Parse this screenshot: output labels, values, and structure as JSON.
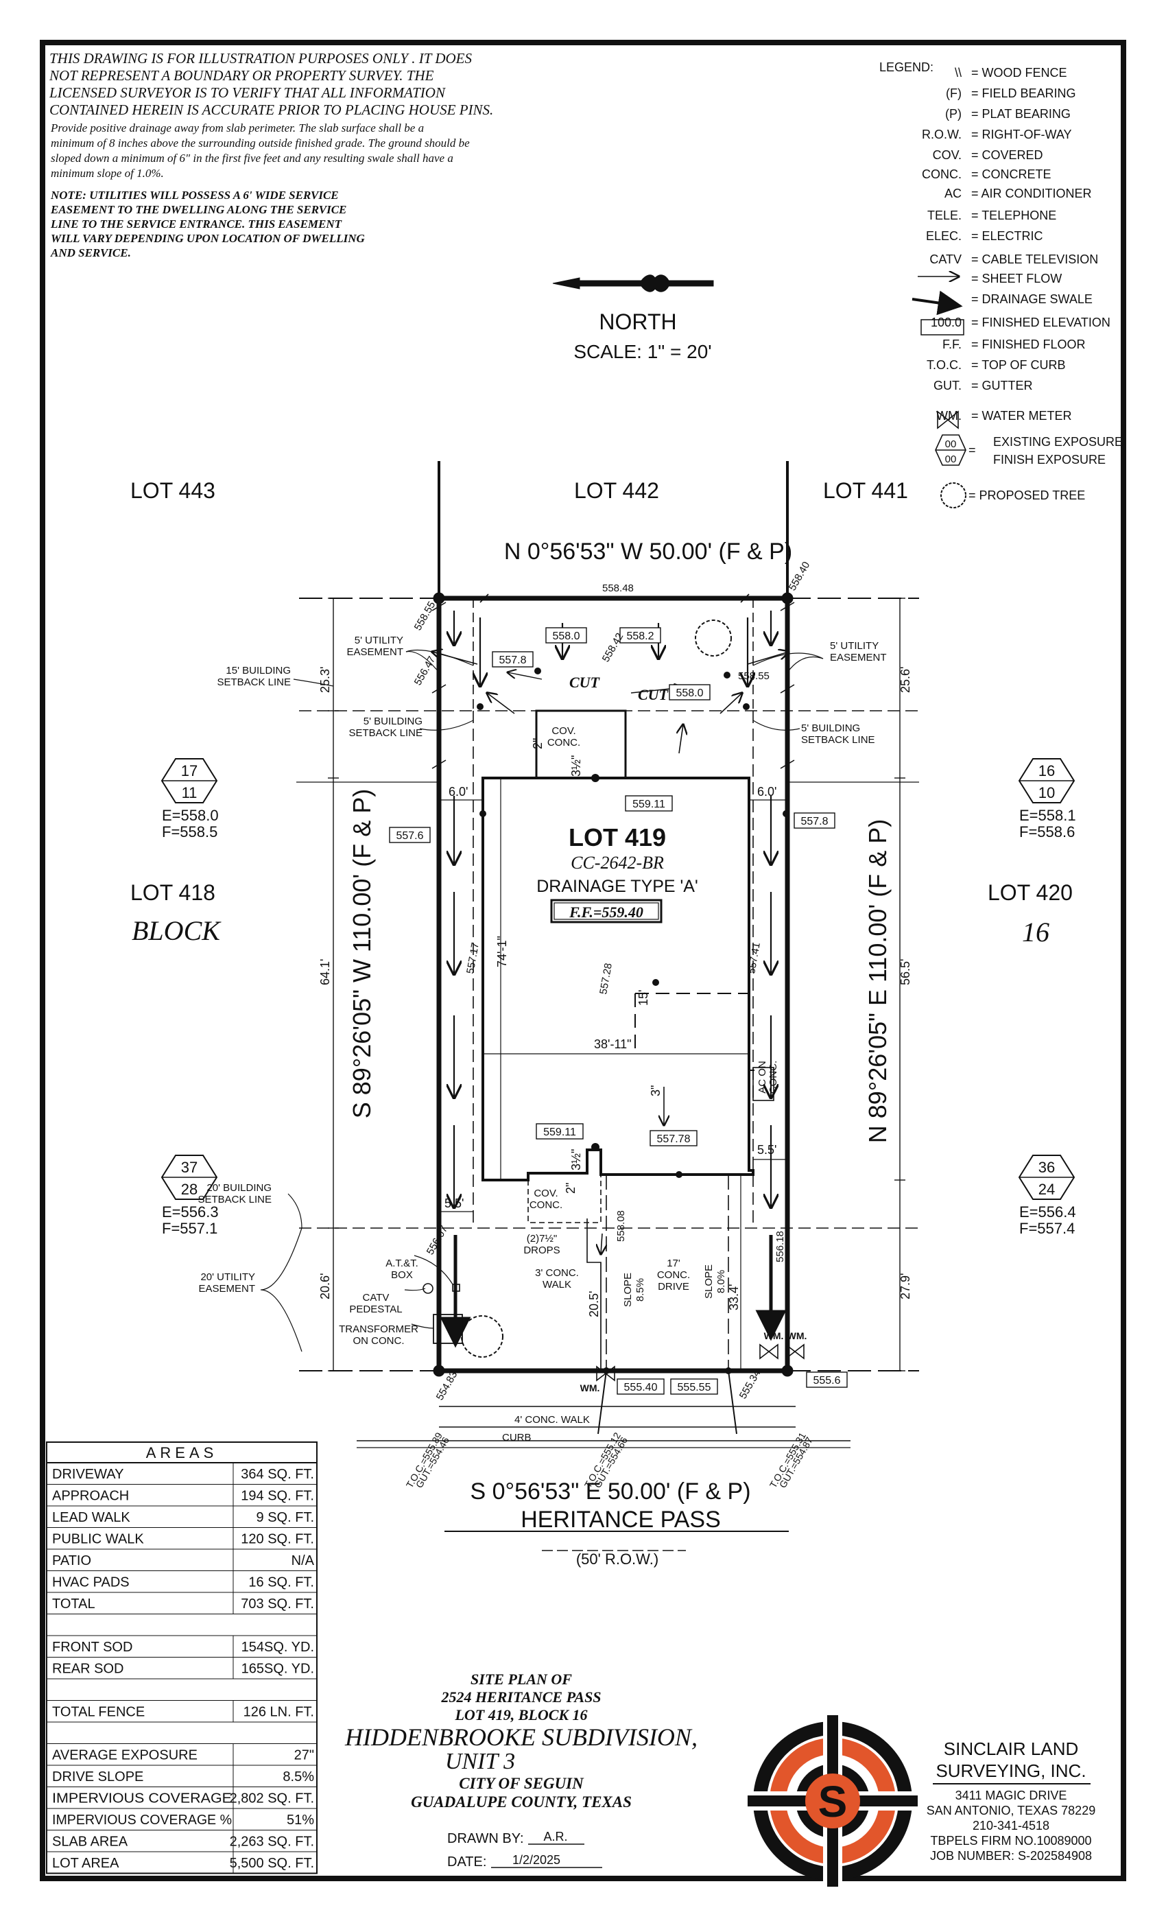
{
  "disclaimer": {
    "lines": [
      "THIS DRAWING IS FOR ILLUSTRATION PURPOSES ONLY . IT DOES",
      "NOT REPRESENT A BOUNDARY OR PROPERTY SURVEY. THE",
      "LICENSED SURVEYOR IS TO VERIFY THAT ALL INFORMATION",
      "CONTAINED HEREIN IS ACCURATE PRIOR TO PLACING HOUSE PINS."
    ],
    "drainage_lines": [
      "Provide positive drainage away from slab perimeter. The slab surface shall be a",
      "minimum of 8 inches above the surrounding outside finished grade. The ground should be",
      "sloped down a minimum of 6\" in the first five feet and any resulting swale shall have a",
      "minimum slope of 1.0%."
    ],
    "note_lines": [
      "NOTE: UTILITIES WILL POSSESS A 6' WIDE SERVICE",
      "EASEMENT TO THE DWELLING ALONG THE SERVICE",
      "LINE TO THE SERVICE ENTRANCE. THIS EASEMENT",
      "WILL VARY DEPENDING UPON LOCATION OF DWELLING",
      "AND SERVICE."
    ]
  },
  "legend": {
    "title": "LEGEND:",
    "items": [
      {
        "symbol": "\\\\",
        "desc": "= WOOD FENCE"
      },
      {
        "symbol": "(F)",
        "desc": "= FIELD BEARING"
      },
      {
        "symbol": "(P)",
        "desc": "= PLAT BEARING"
      },
      {
        "symbol": "R.O.W.",
        "desc": "= RIGHT-OF-WAY"
      },
      {
        "symbol": "COV.",
        "desc": "= COVERED"
      },
      {
        "symbol": "CONC.",
        "desc": "= CONCRETE"
      },
      {
        "symbol": "AC",
        "desc": "= AIR CONDITIONER"
      },
      {
        "symbol": "TELE.",
        "desc": "= TELEPHONE"
      },
      {
        "symbol": "ELEC.",
        "desc": "= ELECTRIC"
      },
      {
        "symbol": "CATV",
        "desc": "= CABLE TELEVISION"
      },
      {
        "symbol": "",
        "desc": "= SHEET FLOW"
      },
      {
        "symbol": "",
        "desc": "= DRAINAGE SWALE"
      },
      {
        "symbol": "100.0",
        "desc": "= FINISHED ELEVATION"
      },
      {
        "symbol": "F.F.",
        "desc": "= FINISHED FLOOR"
      },
      {
        "symbol": "T.O.C.",
        "desc": "= TOP OF CURB"
      },
      {
        "symbol": "GUT.",
        "desc": "= GUTTER"
      },
      {
        "symbol": "WM.",
        "desc": "= WATER METER"
      }
    ],
    "exposure": {
      "top": "00",
      "bottom": "00",
      "desc1": "EXISTING EXPOSURE",
      "desc2": "FINISH EXPOSURE"
    },
    "tree_desc": "= PROPOSED TREE"
  },
  "north": {
    "label": "NORTH",
    "scale": "SCALE: 1\" = 20'"
  },
  "lots": {
    "top": [
      "LOT 443",
      "LOT 442",
      "LOT 441"
    ],
    "left": "LOT 418",
    "right": "LOT 420",
    "block_left": "BLOCK",
    "block_right": "16"
  },
  "bearings": {
    "north": "N 0°56'53\" W 50.00' (F & P)",
    "south": "S 0°56'53\" E 50.00' (F & P)",
    "west": "S 89°26'05\" W 110.00' (F & P)",
    "east": "N 89°26'05\" E 110.00' (F & P)"
  },
  "lot": {
    "name": "LOT 419",
    "plan": "CC-2642-BR",
    "drainage": "DRAINAGE TYPE 'A'",
    "ff": "F.F.=559.40"
  },
  "exposures": [
    {
      "id": "tl",
      "top": "17",
      "bottom": "11",
      "e": "E=558.0",
      "f": "F=558.5"
    },
    {
      "id": "tr",
      "top": "16",
      "bottom": "10",
      "e": "E=558.1",
      "f": "F=558.6"
    },
    {
      "id": "bl",
      "top": "37",
      "bottom": "28",
      "e": "E=556.3",
      "f": "F=557.1"
    },
    {
      "id": "br",
      "top": "36",
      "bottom": "24",
      "e": "E=556.4",
      "f": "F=557.4"
    }
  ],
  "elev_boxes": [
    "557.8",
    "558.0",
    "558.2",
    "558.0",
    "559.11",
    "557.6",
    "557.8",
    "559.11",
    "557.78",
    "555.40",
    "555.55",
    "555.6"
  ],
  "elev_text": [
    "558.48",
    "558.55",
    "558.40",
    "556.47",
    "558.42",
    "558.55",
    "557.17",
    "557.28",
    "557.41",
    "558.08",
    "556.07",
    "556.18",
    "554.83",
    "555.34"
  ],
  "dims": [
    "25.3'",
    "25.6'",
    "64.1'",
    "56.5'",
    "20.6'",
    "27.9'",
    "6.0'",
    "6.0'",
    "5.5'",
    "5.5'",
    "74'-1\"",
    "38'-11\"",
    "20.5'",
    "33.4'",
    "15'",
    "3\"",
    "2\"",
    "2\"",
    "3½\"",
    "3½\""
  ],
  "annotations": {
    "util_east_l": [
      "5' UTILITY",
      "EASEMENT"
    ],
    "util_east_r": [
      "5' UTILITY",
      "EASEMENT"
    ],
    "bsl15": [
      "15' BUILDING",
      "SETBACK LINE"
    ],
    "bsl5_l": [
      "5' BUILDING",
      "SETBACK LINE"
    ],
    "bsl5_r": [
      "5' BUILDING",
      "SETBACK LINE"
    ],
    "bsl20": [
      "20' BUILDING",
      "SETBACK LINE"
    ],
    "util20": [
      "20' UTILITY",
      "EASEMENT"
    ],
    "cov_top": [
      "COV.",
      "CONC."
    ],
    "cov_bot": [
      "COV.",
      "CONC."
    ],
    "cut": "CUT",
    "ac": [
      "AC ON",
      "CONC."
    ],
    "drops": [
      "(2)7½\"",
      "DROPS"
    ],
    "walk3": [
      "3' CONC.",
      "WALK"
    ],
    "drive": [
      "17'",
      "CONC.",
      "DRIVE"
    ],
    "slope_l": [
      "SLOPE",
      "8.5%"
    ],
    "slope_r": [
      "SLOPE",
      "8.0%"
    ],
    "att": [
      "A.T.&T.",
      "BOX"
    ],
    "catv": [
      "CATV",
      "PEDESTAL"
    ],
    "transformer": [
      "TRANSFORMER",
      "ON CONC."
    ],
    "wm": "WM.",
    "walk4": "4' CONC. WALK",
    "curb": "CURB",
    "toc_l": [
      "T.O.C.=555.89",
      "GUT.=554.46"
    ],
    "toc_m": [
      "T.O.C.=555.12",
      "GUT.=554.66"
    ],
    "toc_r": [
      "T.O.C.=555.31",
      "GUT.=554.87"
    ]
  },
  "street": {
    "name": "HERITANCE PASS",
    "row": "(50' R.O.W.)"
  },
  "areas": {
    "title": "AREAS",
    "rows": [
      {
        "label": "DRIVEWAY",
        "value": "364 SQ. FT."
      },
      {
        "label": "APPROACH",
        "value": "194 SQ. FT."
      },
      {
        "label": "LEAD WALK",
        "value": "9 SQ. FT."
      },
      {
        "label": "PUBLIC WALK",
        "value": "120 SQ. FT."
      },
      {
        "label": "PATIO",
        "value": "N/A"
      },
      {
        "label": "HVAC PADS",
        "value": "16 SQ. FT."
      },
      {
        "label": "TOTAL",
        "value": "703 SQ. FT."
      },
      {
        "label": "",
        "value": ""
      },
      {
        "label": "FRONT SOD",
        "value": "154SQ. YD."
      },
      {
        "label": "REAR SOD",
        "value": "165SQ. YD."
      },
      {
        "label": "",
        "value": ""
      },
      {
        "label": "TOTAL FENCE",
        "value": "126 LN. FT."
      },
      {
        "label": "",
        "value": ""
      },
      {
        "label": "AVERAGE EXPOSURE",
        "value": "27\""
      },
      {
        "label": "DRIVE SLOPE",
        "value": "8.5%"
      },
      {
        "label": "IMPERVIOUS COVERAGE",
        "value": "2,802 SQ. FT."
      },
      {
        "label": "IMPERVIOUS COVERAGE %",
        "value": "51%"
      },
      {
        "label": "SLAB AREA",
        "value": "2,263 SQ. FT."
      },
      {
        "label": "LOT AREA",
        "value": "5,500 SQ. FT."
      }
    ]
  },
  "title": {
    "l1": "SITE PLAN OF",
    "l2": "2524 HERITANCE PASS",
    "l3": "LOT 419, BLOCK 16",
    "l4": "HIDDENBROOKE SUBDIVISION,",
    "l5": "UNIT 3",
    "l6": "CITY OF SEGUIN",
    "l7": "GUADALUPE COUNTY, TEXAS"
  },
  "drawn": {
    "label": "DRAWN BY:",
    "value": "A.R.",
    "date_label": "DATE:",
    "date_value": "1/2/2025"
  },
  "company": {
    "name1": "SINCLAIR LAND",
    "name2": "SURVEYING, INC.",
    "addr1": "3411 MAGIC DRIVE",
    "addr2": "SAN ANTONIO, TEXAS 78229",
    "phone": "210-341-4518",
    "firm": "TBPELS FIRM NO.10089000",
    "job": "JOB NUMBER: S-202584908",
    "logo_letter": "S"
  },
  "colors": {
    "logo_orange": "#e2562b",
    "logo_black": "#111111",
    "line": "#111111"
  }
}
